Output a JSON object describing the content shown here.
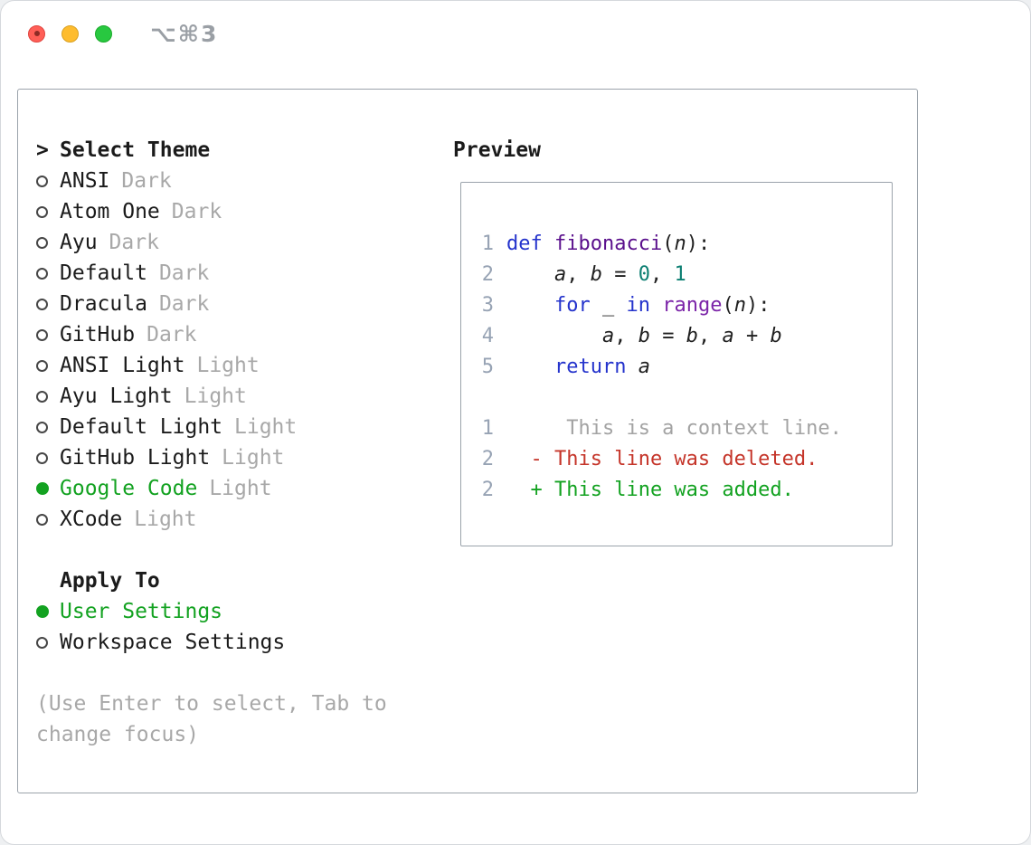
{
  "titlebar": {
    "shortcut": "⌥⌘3",
    "traffic_lights": [
      "close",
      "minimize",
      "zoom"
    ]
  },
  "selector": {
    "prompt": ">",
    "title": "Select Theme",
    "themes": [
      {
        "name": "ANSI",
        "variant": "Dark",
        "selected": false
      },
      {
        "name": "Atom One",
        "variant": "Dark",
        "selected": false
      },
      {
        "name": "Ayu",
        "variant": "Dark",
        "selected": false
      },
      {
        "name": "Default",
        "variant": "Dark",
        "selected": false
      },
      {
        "name": "Dracula",
        "variant": "Dark",
        "selected": false
      },
      {
        "name": "GitHub",
        "variant": "Dark",
        "selected": false
      },
      {
        "name": "ANSI Light",
        "variant": "Light",
        "selected": false
      },
      {
        "name": "Ayu Light",
        "variant": "Light",
        "selected": false
      },
      {
        "name": "Default Light",
        "variant": "Light",
        "selected": false
      },
      {
        "name": "GitHub Light",
        "variant": "Light",
        "selected": false
      },
      {
        "name": "Google Code",
        "variant": "Light",
        "selected": true
      },
      {
        "name": "XCode",
        "variant": "Light",
        "selected": false
      }
    ],
    "apply_to": {
      "title": "Apply To",
      "options": [
        {
          "label": "User Settings",
          "selected": true
        },
        {
          "label": "Workspace Settings",
          "selected": false
        }
      ]
    },
    "hint": "(Use Enter to select, Tab to change focus)"
  },
  "preview": {
    "title": "Preview",
    "code": [
      {
        "num": "1",
        "tokens": [
          {
            "c": "kw",
            "t": "def"
          },
          {
            "c": "pln",
            "t": " "
          },
          {
            "c": "fn",
            "t": "fibonacci"
          },
          {
            "c": "pln",
            "t": "("
          },
          {
            "c": "var",
            "t": "n"
          },
          {
            "c": "pln",
            "t": "):"
          }
        ]
      },
      {
        "num": "2",
        "tokens": [
          {
            "c": "pln",
            "t": "    "
          },
          {
            "c": "var",
            "t": "a"
          },
          {
            "c": "pln",
            "t": ", "
          },
          {
            "c": "var",
            "t": "b"
          },
          {
            "c": "pln",
            "t": " = "
          },
          {
            "c": "num",
            "t": "0"
          },
          {
            "c": "pln",
            "t": ", "
          },
          {
            "c": "num",
            "t": "1"
          }
        ]
      },
      {
        "num": "3",
        "tokens": [
          {
            "c": "pln",
            "t": "    "
          },
          {
            "c": "kw",
            "t": "for"
          },
          {
            "c": "pln",
            "t": " "
          },
          {
            "c": "var",
            "t": "_"
          },
          {
            "c": "pln",
            "t": " "
          },
          {
            "c": "kw",
            "t": "in"
          },
          {
            "c": "pln",
            "t": " "
          },
          {
            "c": "bi",
            "t": "range"
          },
          {
            "c": "pln",
            "t": "("
          },
          {
            "c": "var",
            "t": "n"
          },
          {
            "c": "pln",
            "t": "):"
          }
        ]
      },
      {
        "num": "4",
        "tokens": [
          {
            "c": "pln",
            "t": "        "
          },
          {
            "c": "var",
            "t": "a"
          },
          {
            "c": "pln",
            "t": ", "
          },
          {
            "c": "var",
            "t": "b"
          },
          {
            "c": "pln",
            "t": " = "
          },
          {
            "c": "var",
            "t": "b"
          },
          {
            "c": "pln",
            "t": ", "
          },
          {
            "c": "var",
            "t": "a"
          },
          {
            "c": "pln",
            "t": " + "
          },
          {
            "c": "var",
            "t": "b"
          }
        ]
      },
      {
        "num": "5",
        "tokens": [
          {
            "c": "pln",
            "t": "    "
          },
          {
            "c": "kw",
            "t": "return"
          },
          {
            "c": "pln",
            "t": " "
          },
          {
            "c": "var",
            "t": "a"
          }
        ]
      }
    ],
    "diff": [
      {
        "num": "1",
        "kind": "context",
        "text": "     This is a context line."
      },
      {
        "num": "2",
        "kind": "deleted",
        "text": "  - This line was deleted."
      },
      {
        "num": "2",
        "kind": "added",
        "text": "  + This line was added."
      }
    ]
  },
  "colors": {
    "selection_green": "#13a221",
    "added_green": "#13a221",
    "deleted_red": "#c5352a",
    "context_gray": "#a3a3a3",
    "muted_gray": "#a8a8a8",
    "keyword_blue": "#2433cc",
    "function_purple": "#5a0f8c",
    "builtin_purple": "#7b24a8",
    "literal_teal": "#0c7f72",
    "line_number_gray": "#97a3b4",
    "traffic_red": "#ff5f57",
    "traffic_yellow": "#febc2e",
    "traffic_green": "#28c840"
  }
}
